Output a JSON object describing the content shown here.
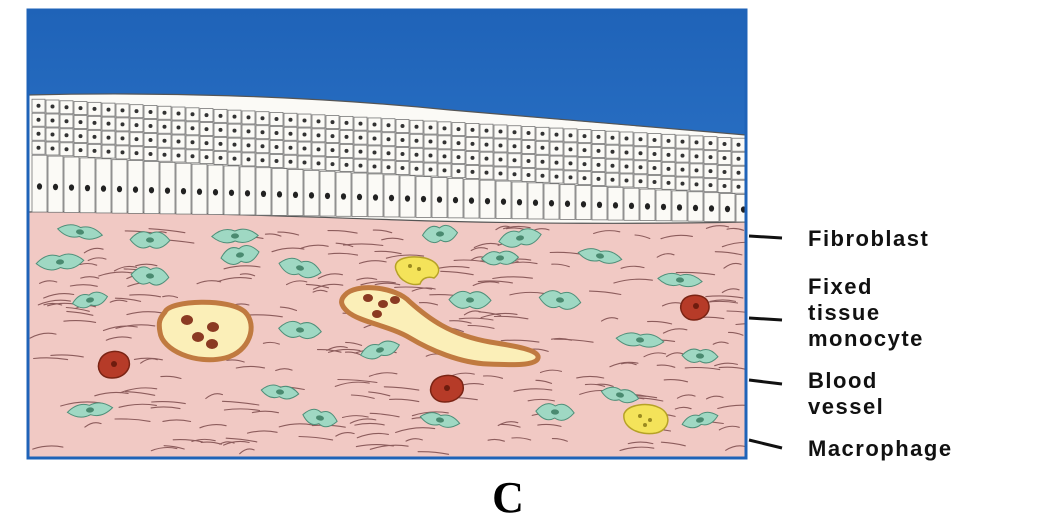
{
  "labels": {
    "fibroblast": "Fibroblast",
    "fixed_tissue_monocyte": [
      "Fixed",
      "tissue",
      "monocyte"
    ],
    "blood_vessel": [
      "Blood",
      "vessel"
    ],
    "macrophage": "Macrophage"
  },
  "panel_letter": "C",
  "colors": {
    "background_top": "#2a6fc2",
    "epithelium": "#fbfaf6",
    "connective_tissue": "#f1c9c4",
    "fibroblast": "#9fd8c3",
    "blood_vessel_fill": "#fbefb8",
    "blood_vessel_wall": "#c07a40",
    "red_cell": "#b63b28",
    "macrophage": "#f4e35a"
  },
  "icons": [
    "fibroblast-cell-icon",
    "monocyte-cell-icon",
    "blood-vessel-icon",
    "macrophage-cell-icon"
  ]
}
